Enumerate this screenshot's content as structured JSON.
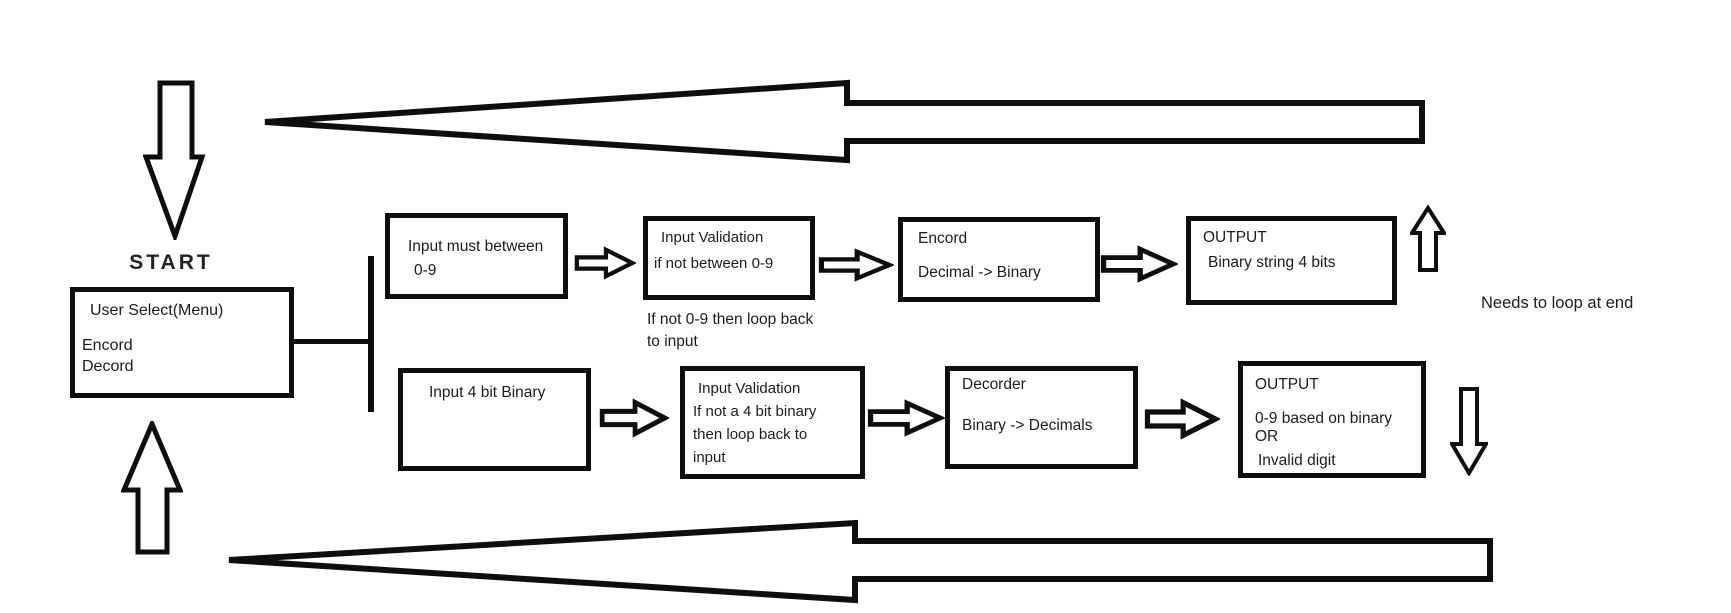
{
  "diagram": {
    "start_label": "START",
    "loop_note": "Needs to loop at end",
    "menu_box": {
      "title": "User Select(Menu)",
      "option_encode": "Encord",
      "option_decode": "Decord"
    },
    "encode_row": {
      "input_box": {
        "line1": "Input must between",
        "line2": "0-9"
      },
      "validation_box": {
        "line1": "Input Validation",
        "line2": "if not between 0-9"
      },
      "validation_note": {
        "line1": "If not 0-9 then loop back",
        "line2": "to input"
      },
      "encoder_box": {
        "line1": "Encord",
        "line2": "Decimal -> Binary"
      },
      "output_box": {
        "line1": "OUTPUT",
        "line2": "Binary string 4 bits"
      }
    },
    "decode_row": {
      "input_box": {
        "line1": "Input 4 bit Binary"
      },
      "validation_box": {
        "line1": "Input Validation",
        "line2": "If not a 4 bit binary",
        "line3": "then loop back to",
        "line4": "input"
      },
      "decoder_box": {
        "line1": "Decorder",
        "line2": "Binary -> Decimals"
      },
      "output_box": {
        "line1": "OUTPUT",
        "line2": "0-9 based on binary",
        "line3": "OR",
        "line4": "Invalid digit"
      }
    },
    "colors": {
      "ink": "#0e0e0e",
      "background": "#ffffff"
    }
  }
}
